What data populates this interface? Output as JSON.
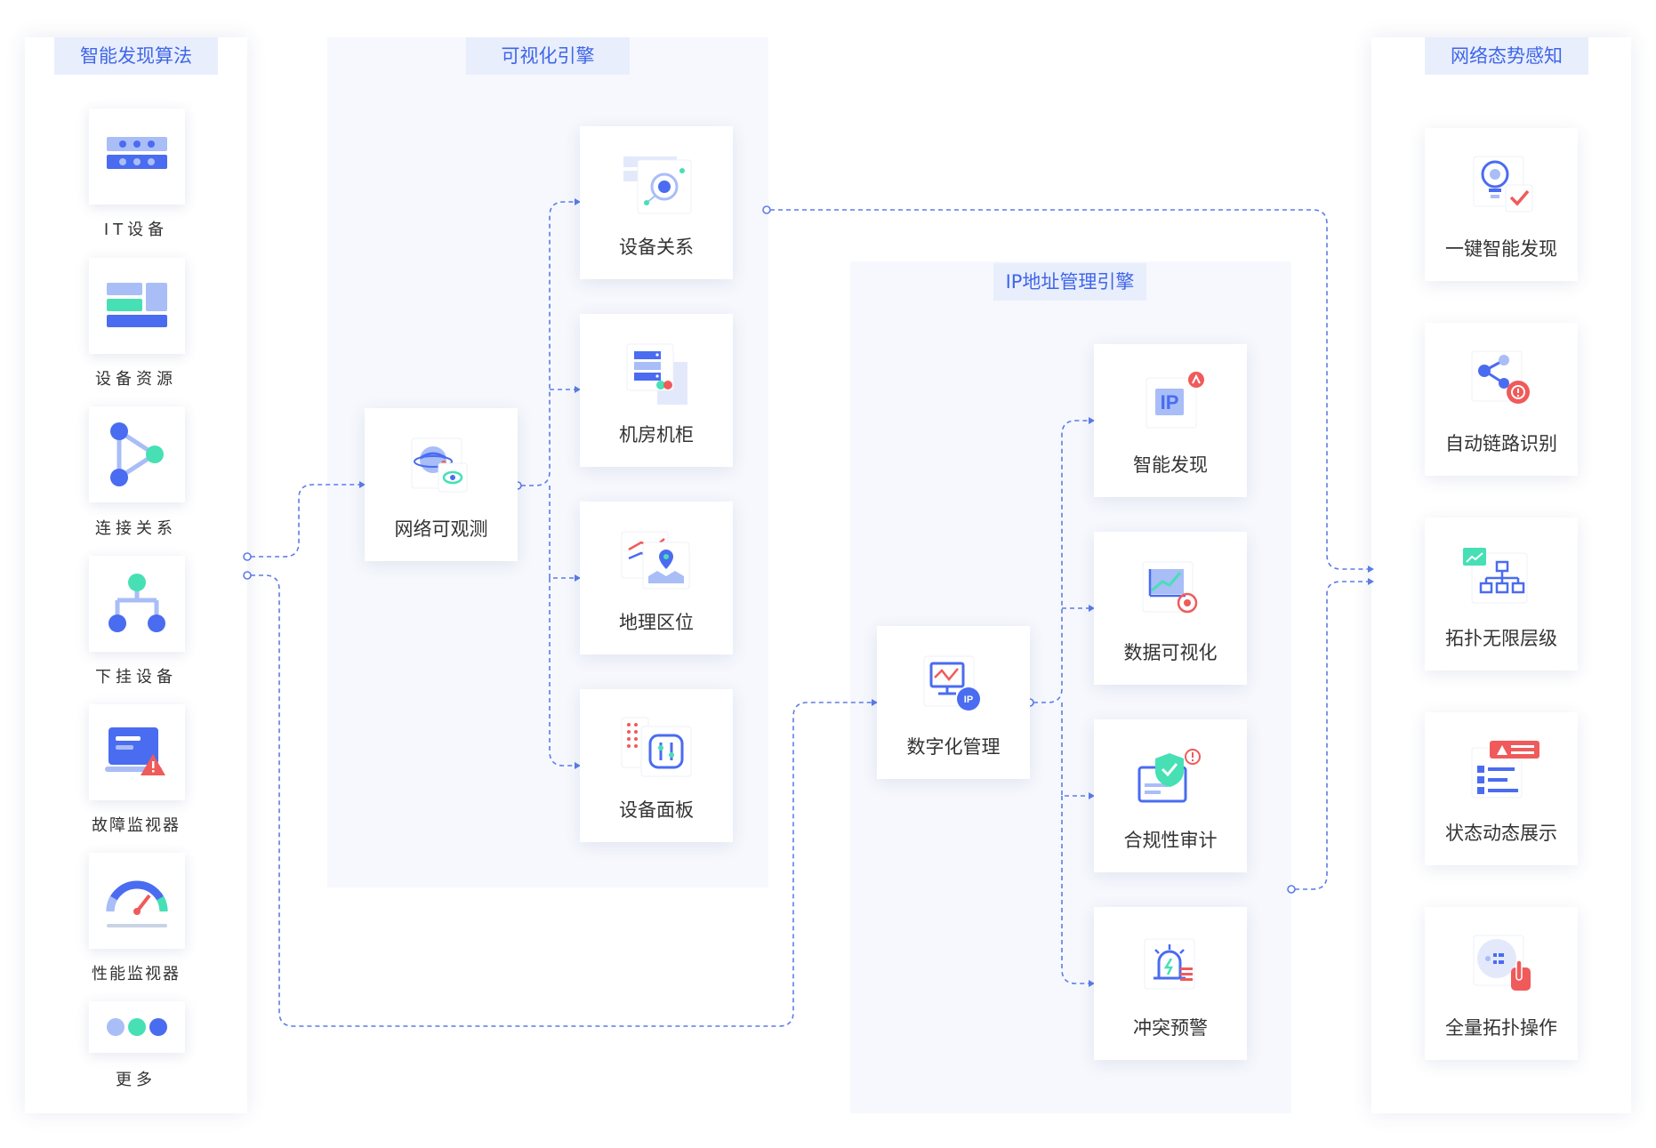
{
  "left_panel": {
    "title": "智能发现算法",
    "items": [
      {
        "label": "IT设备"
      },
      {
        "label": "设备资源"
      },
      {
        "label": "连接关系"
      },
      {
        "label": "下挂设备"
      },
      {
        "label": "故障监视器"
      },
      {
        "label": "性能监视器"
      },
      {
        "label": "更多"
      }
    ]
  },
  "visual_engine": {
    "title": "可视化引擎",
    "hub": {
      "label": "网络可观测"
    },
    "items": [
      {
        "label": "设备关系"
      },
      {
        "label": "机房机柜"
      },
      {
        "label": "地理区位"
      },
      {
        "label": "设备面板"
      }
    ]
  },
  "ip_engine": {
    "title": "IP地址管理引擎",
    "hub": {
      "label": "数字化管理"
    },
    "items": [
      {
        "label": "智能发现"
      },
      {
        "label": "数据可视化"
      },
      {
        "label": "合规性审计"
      },
      {
        "label": "冲突预警"
      }
    ]
  },
  "right_panel": {
    "title": "网络态势感知",
    "items": [
      {
        "label": "一键智能发现"
      },
      {
        "label": "自动链路识别"
      },
      {
        "label": "拓扑无限层级"
      },
      {
        "label": "状态动态展示"
      },
      {
        "label": "全量拓扑操作"
      }
    ]
  },
  "colors": {
    "accent": "#3f66e8",
    "wire": "#5b7ce6",
    "panel_tint": "#f6f8fd",
    "title_bg": "#e9eefc",
    "teal": "#46e0b4",
    "red": "#f05a5a",
    "light_blue": "#a9bdf7"
  }
}
